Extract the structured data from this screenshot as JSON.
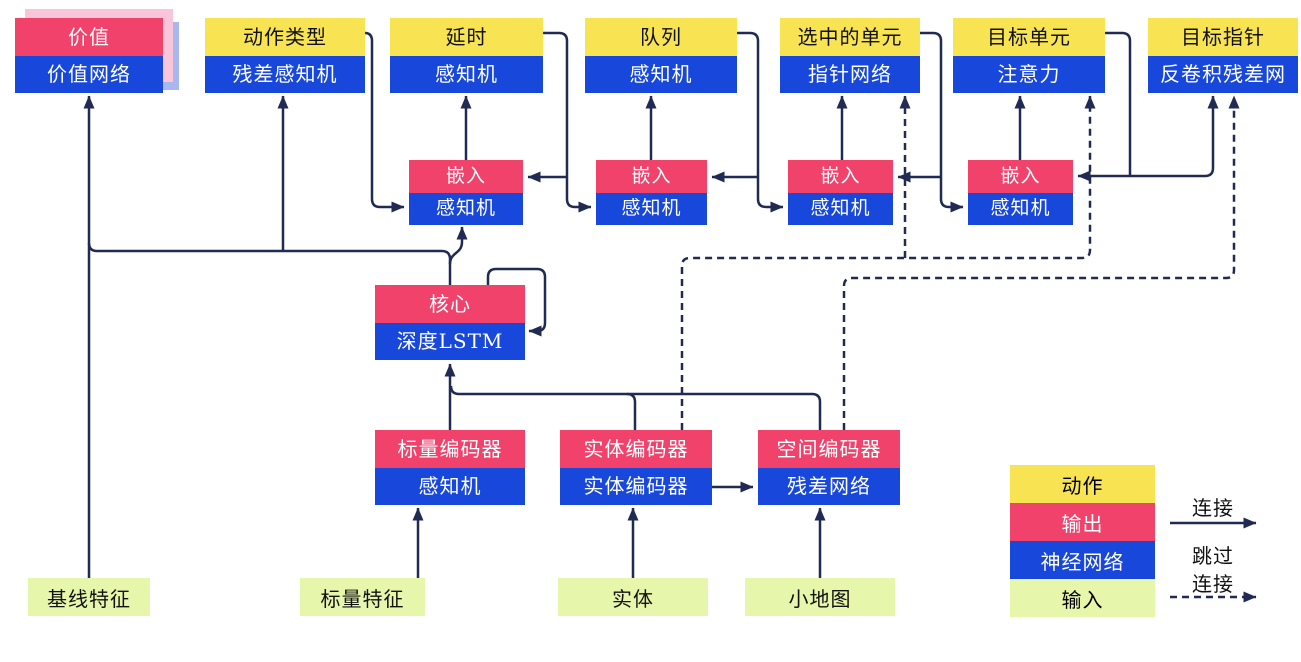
{
  "diagram_title": "agent-network-architecture",
  "heads": [
    {
      "top": "价值",
      "bottom": "价值网络"
    },
    {
      "top": "动作类型",
      "bottom": "残差感知机"
    },
    {
      "top": "延时",
      "bottom": "感知机"
    },
    {
      "top": "队列",
      "bottom": "感知机"
    },
    {
      "top": "选中的单元",
      "bottom": "指针网络"
    },
    {
      "top": "目标单元",
      "bottom": "注意力"
    },
    {
      "top": "目标指针",
      "bottom": "反卷积残差网"
    }
  ],
  "embeddings": [
    {
      "top": "嵌入",
      "bottom": "感知机"
    },
    {
      "top": "嵌入",
      "bottom": "感知机"
    },
    {
      "top": "嵌入",
      "bottom": "感知机"
    },
    {
      "top": "嵌入",
      "bottom": "感知机"
    }
  ],
  "core": {
    "top": "核心",
    "bottom": "深度LSTM"
  },
  "encoders": [
    {
      "top": "标量编码器",
      "bottom": "感知机"
    },
    {
      "top": "实体编码器",
      "bottom": "实体编码器"
    },
    {
      "top": "空间编码器",
      "bottom": "残差网络"
    }
  ],
  "inputs": [
    {
      "label": "基线特征"
    },
    {
      "label": "标量特征"
    },
    {
      "label": "实体"
    },
    {
      "label": "小地图"
    }
  ],
  "legend": {
    "rows": [
      {
        "label": "动作",
        "color": "#F8E352"
      },
      {
        "label": "输出",
        "color": "#F0426B"
      },
      {
        "label": "神经网络",
        "color": "#1847DB"
      },
      {
        "label": "输入",
        "color": "#E6F7AC"
      }
    ],
    "solid": {
      "label": "连接"
    },
    "dashed": {
      "label_line1": "跳过",
      "label_line2": "连接"
    }
  },
  "colors": {
    "action_yellow": "#F8E352",
    "output_red": "#F0426B",
    "network_blue": "#1847DB",
    "input_green": "#E6F7AC",
    "connector_navy": "#202A52",
    "value_sheet_pink": "#F9C6D9",
    "value_sheet_blue": "#A9B7F1",
    "background": "#FFFFFF"
  }
}
